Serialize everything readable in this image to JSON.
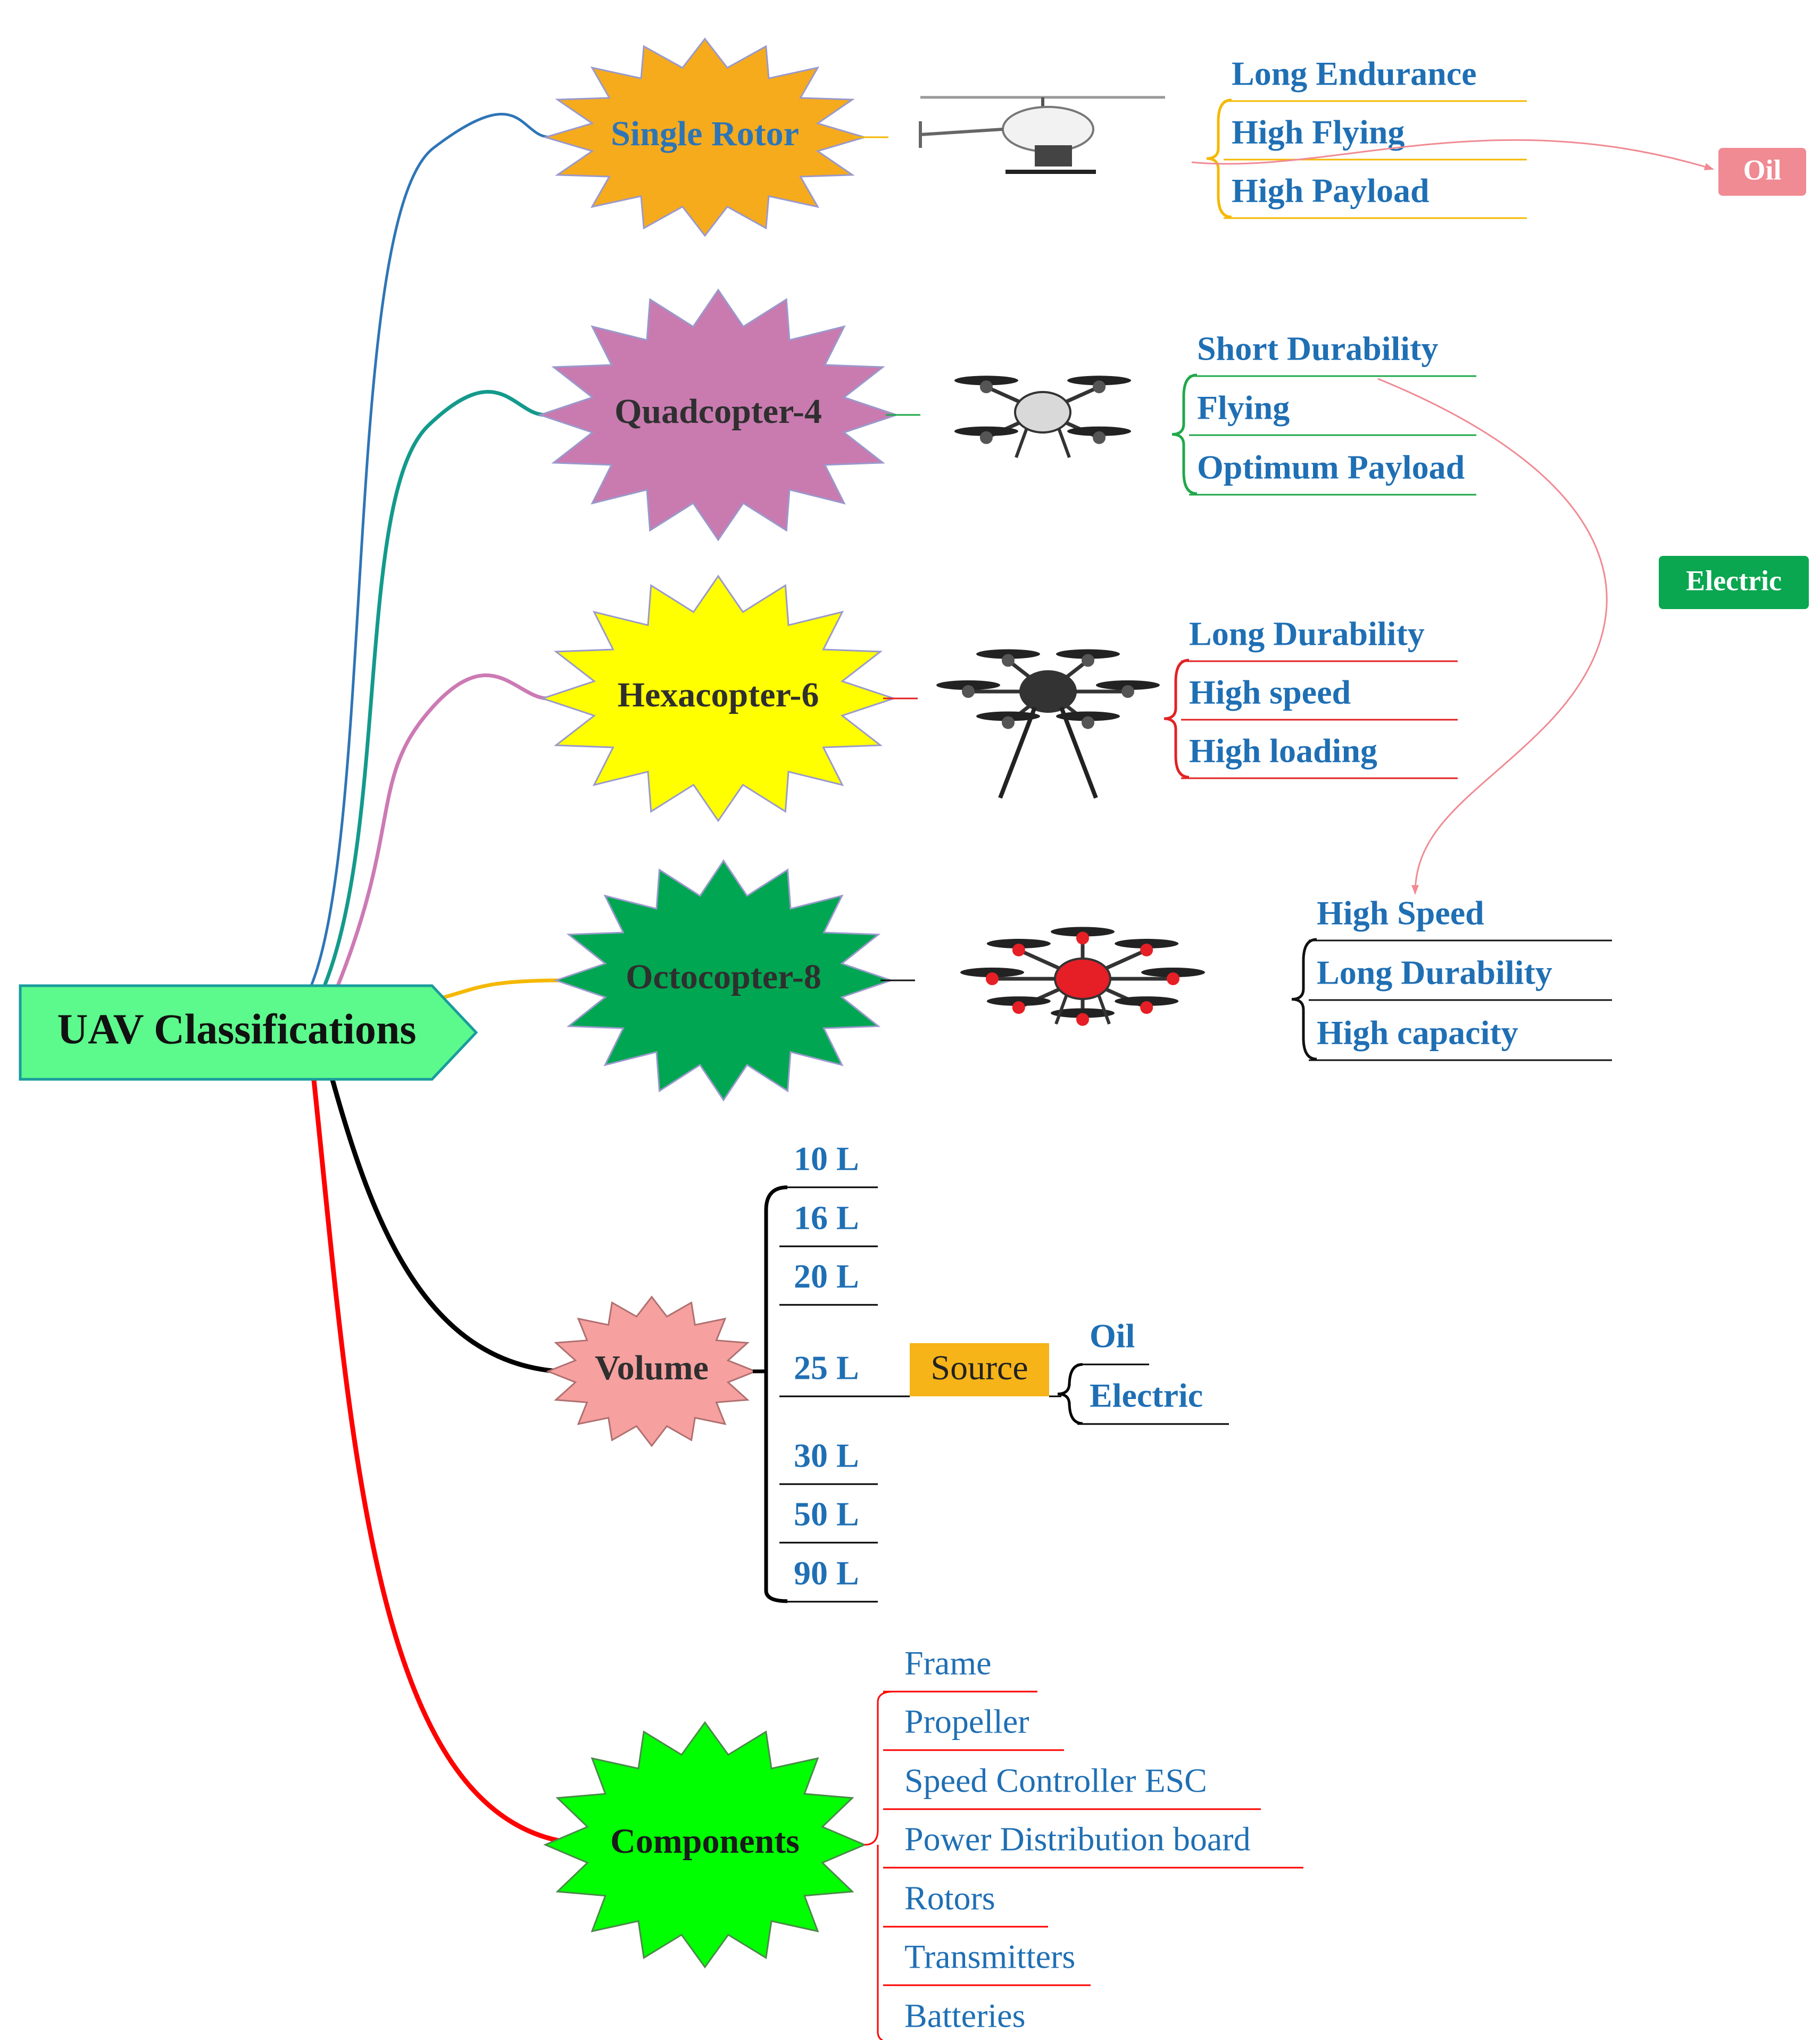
{
  "root": {
    "label": "UAV Classifications",
    "fill": "#5cf98c",
    "stroke": "#1a9c9c"
  },
  "categories": [
    {
      "label": "Single Rotor",
      "fill": "#f6ab1c",
      "label_color": "#2e75b6",
      "branch_color": "#2e75b6",
      "image_icon": "single-rotor-helicopter-drone",
      "features": [
        "Long Endurance",
        "High Flying",
        "High Payload"
      ],
      "feature_color": "#f5b800"
    },
    {
      "label": "Quadcopter-4",
      "fill": "#c97bb0",
      "label_color": "#2f2f2f",
      "branch_color": "#139a8c",
      "image_icon": "quadcopter-drone",
      "features": [
        "Short Durability",
        "Flying",
        "Optimum Payload"
      ],
      "feature_color": "#20a84a"
    },
    {
      "label": "Hexacopter-6",
      "fill": "#ffff00",
      "label_color": "#2f2f2f",
      "branch_color": "#cc7ab4",
      "image_icon": "hexacopter-drone",
      "features": [
        "Long Durability",
        "High speed",
        "High loading"
      ],
      "feature_color": "#e32222"
    },
    {
      "label": "Octocopter-8",
      "fill": "#00a651",
      "label_color": "#2f2f2f",
      "branch_color": "#f5b800",
      "image_icon": "octocopter-drone",
      "features": [
        "High Speed",
        "Long Durability",
        "High capacity"
      ],
      "feature_color": "#111111"
    }
  ],
  "volume": {
    "label": "Volume",
    "fill": "#f6a0a0",
    "sizes": [
      "10 L",
      "16 L",
      "20 L",
      "25 L",
      "30 L",
      "50 L",
      "90 L"
    ],
    "source": {
      "label": "Source",
      "fill": "#f6b419",
      "options": [
        "Oil",
        "Electric"
      ]
    }
  },
  "components": {
    "label": "Components",
    "fill": "#00ff00",
    "items": [
      "Frame",
      "Propeller",
      "Speed Controller ESC",
      "Power Distribution board",
      "Rotors",
      "Transmitters",
      "Batteries"
    ]
  },
  "power_tags": [
    {
      "label": "Oil",
      "fill": "#f08a93"
    },
    {
      "label": "Electric",
      "fill": "#0aa650"
    }
  ],
  "colors": {
    "text_blue": "#1f6fb4",
    "volume_branch": "#000000",
    "components_branch": "#ff0000",
    "relation_arrow": "#f08a93"
  }
}
